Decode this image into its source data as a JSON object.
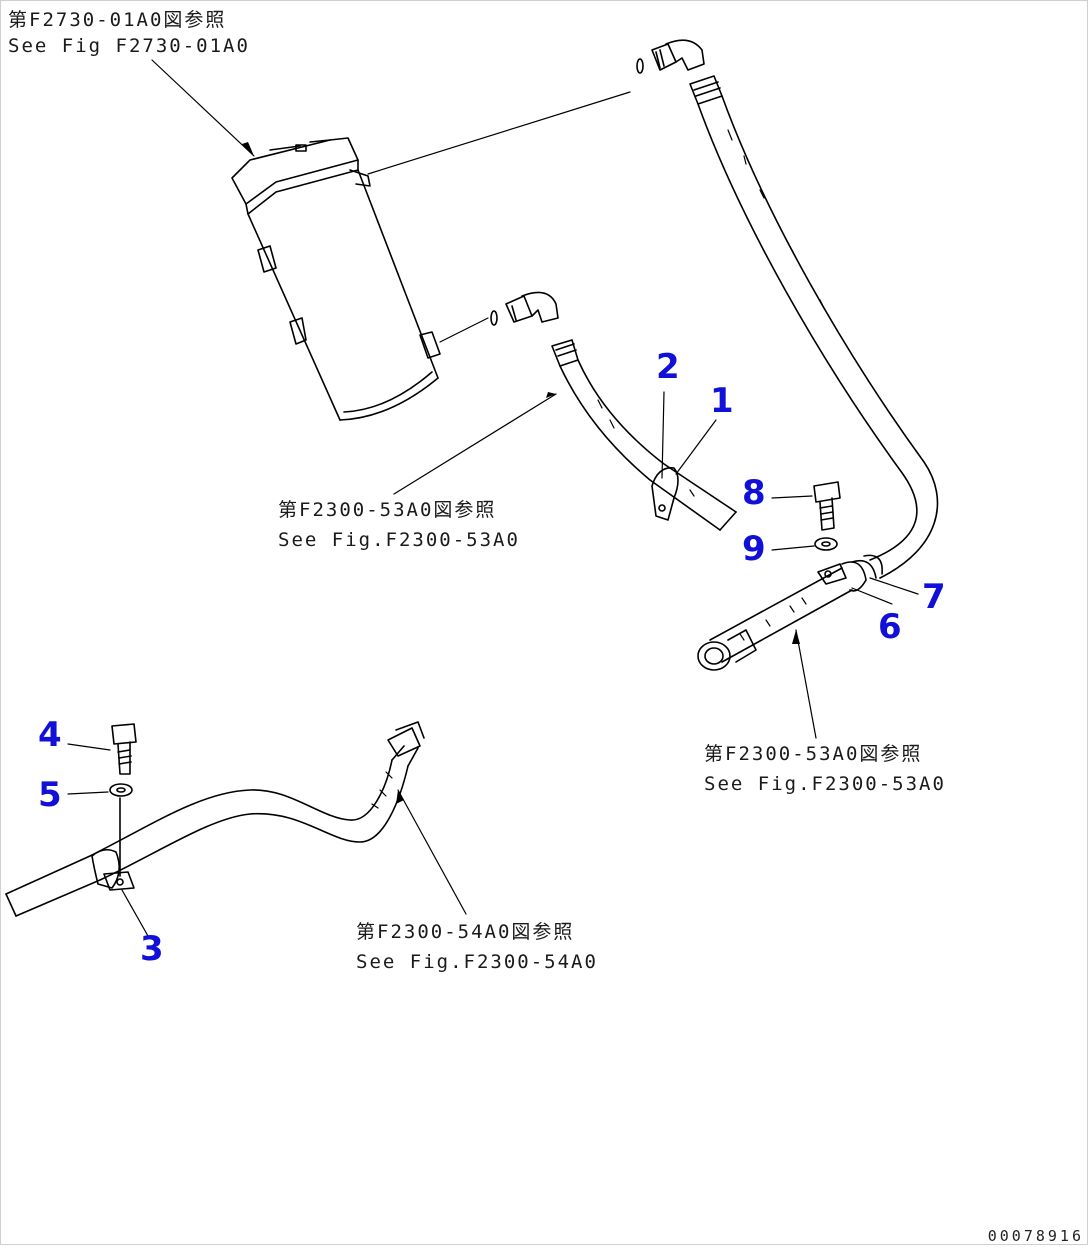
{
  "references": {
    "filter_jp": "第F2730-01A0図参照",
    "filter_en": "See Fig F2730-01A0",
    "hose_a_jp": "第F2300-53A0図参照",
    "hose_a_en": "See Fig.F2300-53A0",
    "hose_b_jp": "第F2300-53A0図参照",
    "hose_b_en": "See Fig.F2300-53A0",
    "hose_c_jp": "第F2300-54A0図参照",
    "hose_c_en": "See Fig.F2300-54A0"
  },
  "callouts": {
    "c1": "1",
    "c2": "2",
    "c3": "3",
    "c4": "4",
    "c5": "5",
    "c6": "6",
    "c7": "7",
    "c8": "8",
    "c9": "9"
  },
  "document_id": "00078916",
  "colors": {
    "callout": "#1010d8",
    "line": "#000000"
  }
}
